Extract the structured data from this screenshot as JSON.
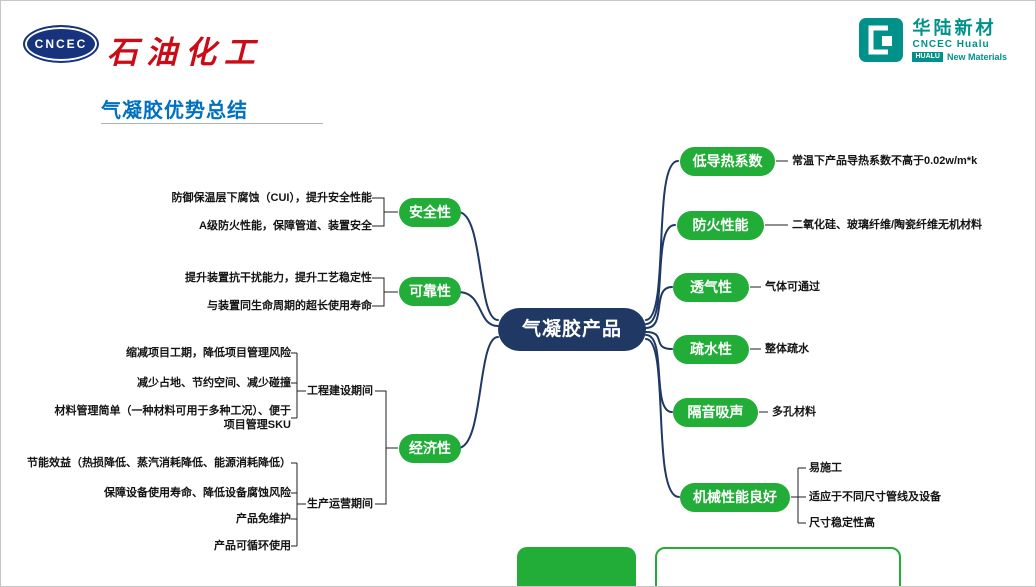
{
  "header": {
    "cncec_logo_text": "CNCEC",
    "brand_text": "石油化工",
    "hualu": {
      "name": "华陆新材",
      "sub": "CNCEC Hualu",
      "badge": "HUALU",
      "tagline": "New Materials"
    }
  },
  "title": "气凝胶优势总结",
  "center_node": "气凝胶产品",
  "left_branches": [
    {
      "label": "安全性",
      "items": [
        "防御保温层下腐蚀（CUI），提升安全性能",
        "A级防火性能，保障管道、装置安全"
      ]
    },
    {
      "label": "可靠性",
      "items": [
        "提升装置抗干扰能力，提升工艺稳定性",
        "与装置同生命周期的超长使用寿命"
      ]
    },
    {
      "label": "经济性",
      "groups": [
        {
          "label": "工程建设期间",
          "items": [
            "缩减项目工期，降低项目管理风险",
            "减少占地、节约空间、减少碰撞",
            "材料管理简单（一种材料可用于多种工况）、便于项目管理SKU"
          ]
        },
        {
          "label": "生产运营期间",
          "items": [
            "节能效益（热损降低、蒸汽消耗降低、能源消耗降低）",
            "保障设备使用寿命、降低设备腐蚀风险",
            "产品免维护",
            "产品可循环使用"
          ]
        }
      ]
    }
  ],
  "right_branches": [
    {
      "label": "低导热系数",
      "items": [
        "常温下产品导热系数不高于0.02w/m*k"
      ]
    },
    {
      "label": "防火性能",
      "items": [
        "二氧化硅、玻璃纤维/陶瓷纤维无机材料"
      ]
    },
    {
      "label": "透气性",
      "items": [
        "气体可通过"
      ]
    },
    {
      "label": "疏水性",
      "items": [
        "整体疏水"
      ]
    },
    {
      "label": "隔音吸声",
      "items": [
        "多孔材料"
      ]
    },
    {
      "label": "机械性能良好",
      "items": [
        "易施工",
        "适应于不同尺寸管线及设备",
        "尺寸稳定性高"
      ]
    }
  ],
  "colors": {
    "green": "#22ac38",
    "navy": "#203864",
    "title_blue": "#0070c0",
    "brand_red": "#cb0b16",
    "hualu_teal": "#00928a"
  }
}
